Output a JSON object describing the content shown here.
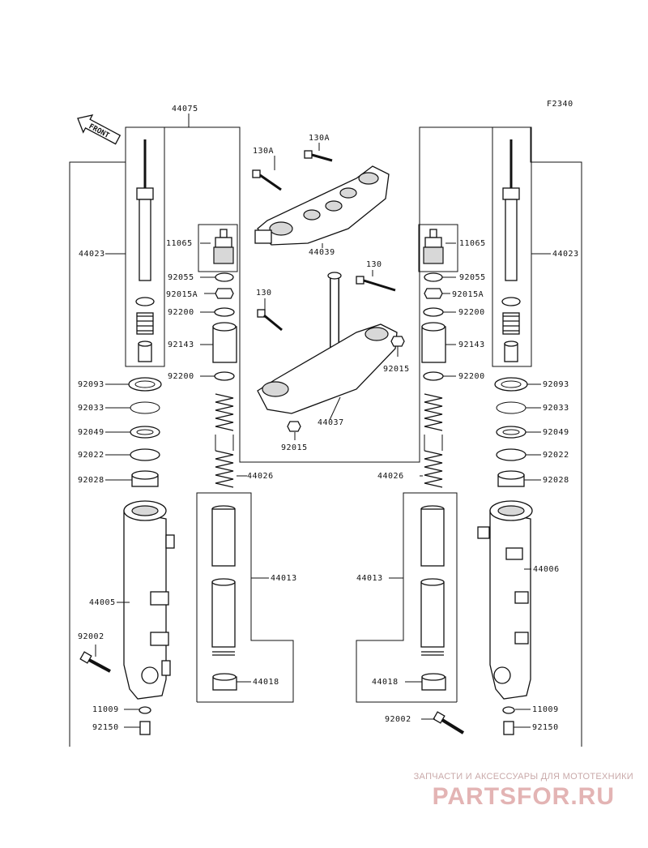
{
  "diagram_code": "F2340",
  "front_label": "FRONT",
  "watermark": {
    "line1": "ЗАПЧАСТИ И АКСЕССУАРЫ ДЛЯ МОТОТЕХНИКИ",
    "line2": "PARTSFOR.RU",
    "color": "#e3b4b4"
  },
  "labels": {
    "p44075": "44075",
    "p130A_1": "130A",
    "p130A_2": "130A",
    "p44039": "44039",
    "p130_1": "130",
    "p130_2": "130",
    "p92015_1": "92015",
    "p44037": "44037",
    "p92015_2": "92015",
    "L44023": "44023",
    "L11065": "11065",
    "L92055": "92055",
    "L92015A": "92015A",
    "L92200a": "92200",
    "L92143": "92143",
    "L92200b": "92200",
    "L92093": "92093",
    "L92033": "92033",
    "L92049": "92049",
    "L92022": "92022",
    "L92028": "92028",
    "L44026": "44026",
    "L44013": "44013",
    "L44005": "44005",
    "L92002": "92002",
    "L44018": "44018",
    "L11009": "11009",
    "L92150": "92150",
    "R44023": "44023",
    "R11065": "11065",
    "R92055": "92055",
    "R92015A": "92015A",
    "R92200a": "92200",
    "R92143": "92143",
    "R92200b": "92200",
    "R92093": "92093",
    "R92033": "92033",
    "R92049": "92049",
    "R92022": "92022",
    "R92028": "92028",
    "R44026": "44026",
    "R44013": "44013",
    "R44006": "44006",
    "R44018": "44018",
    "R92002": "92002",
    "R11009": "11009",
    "R92150": "92150"
  }
}
